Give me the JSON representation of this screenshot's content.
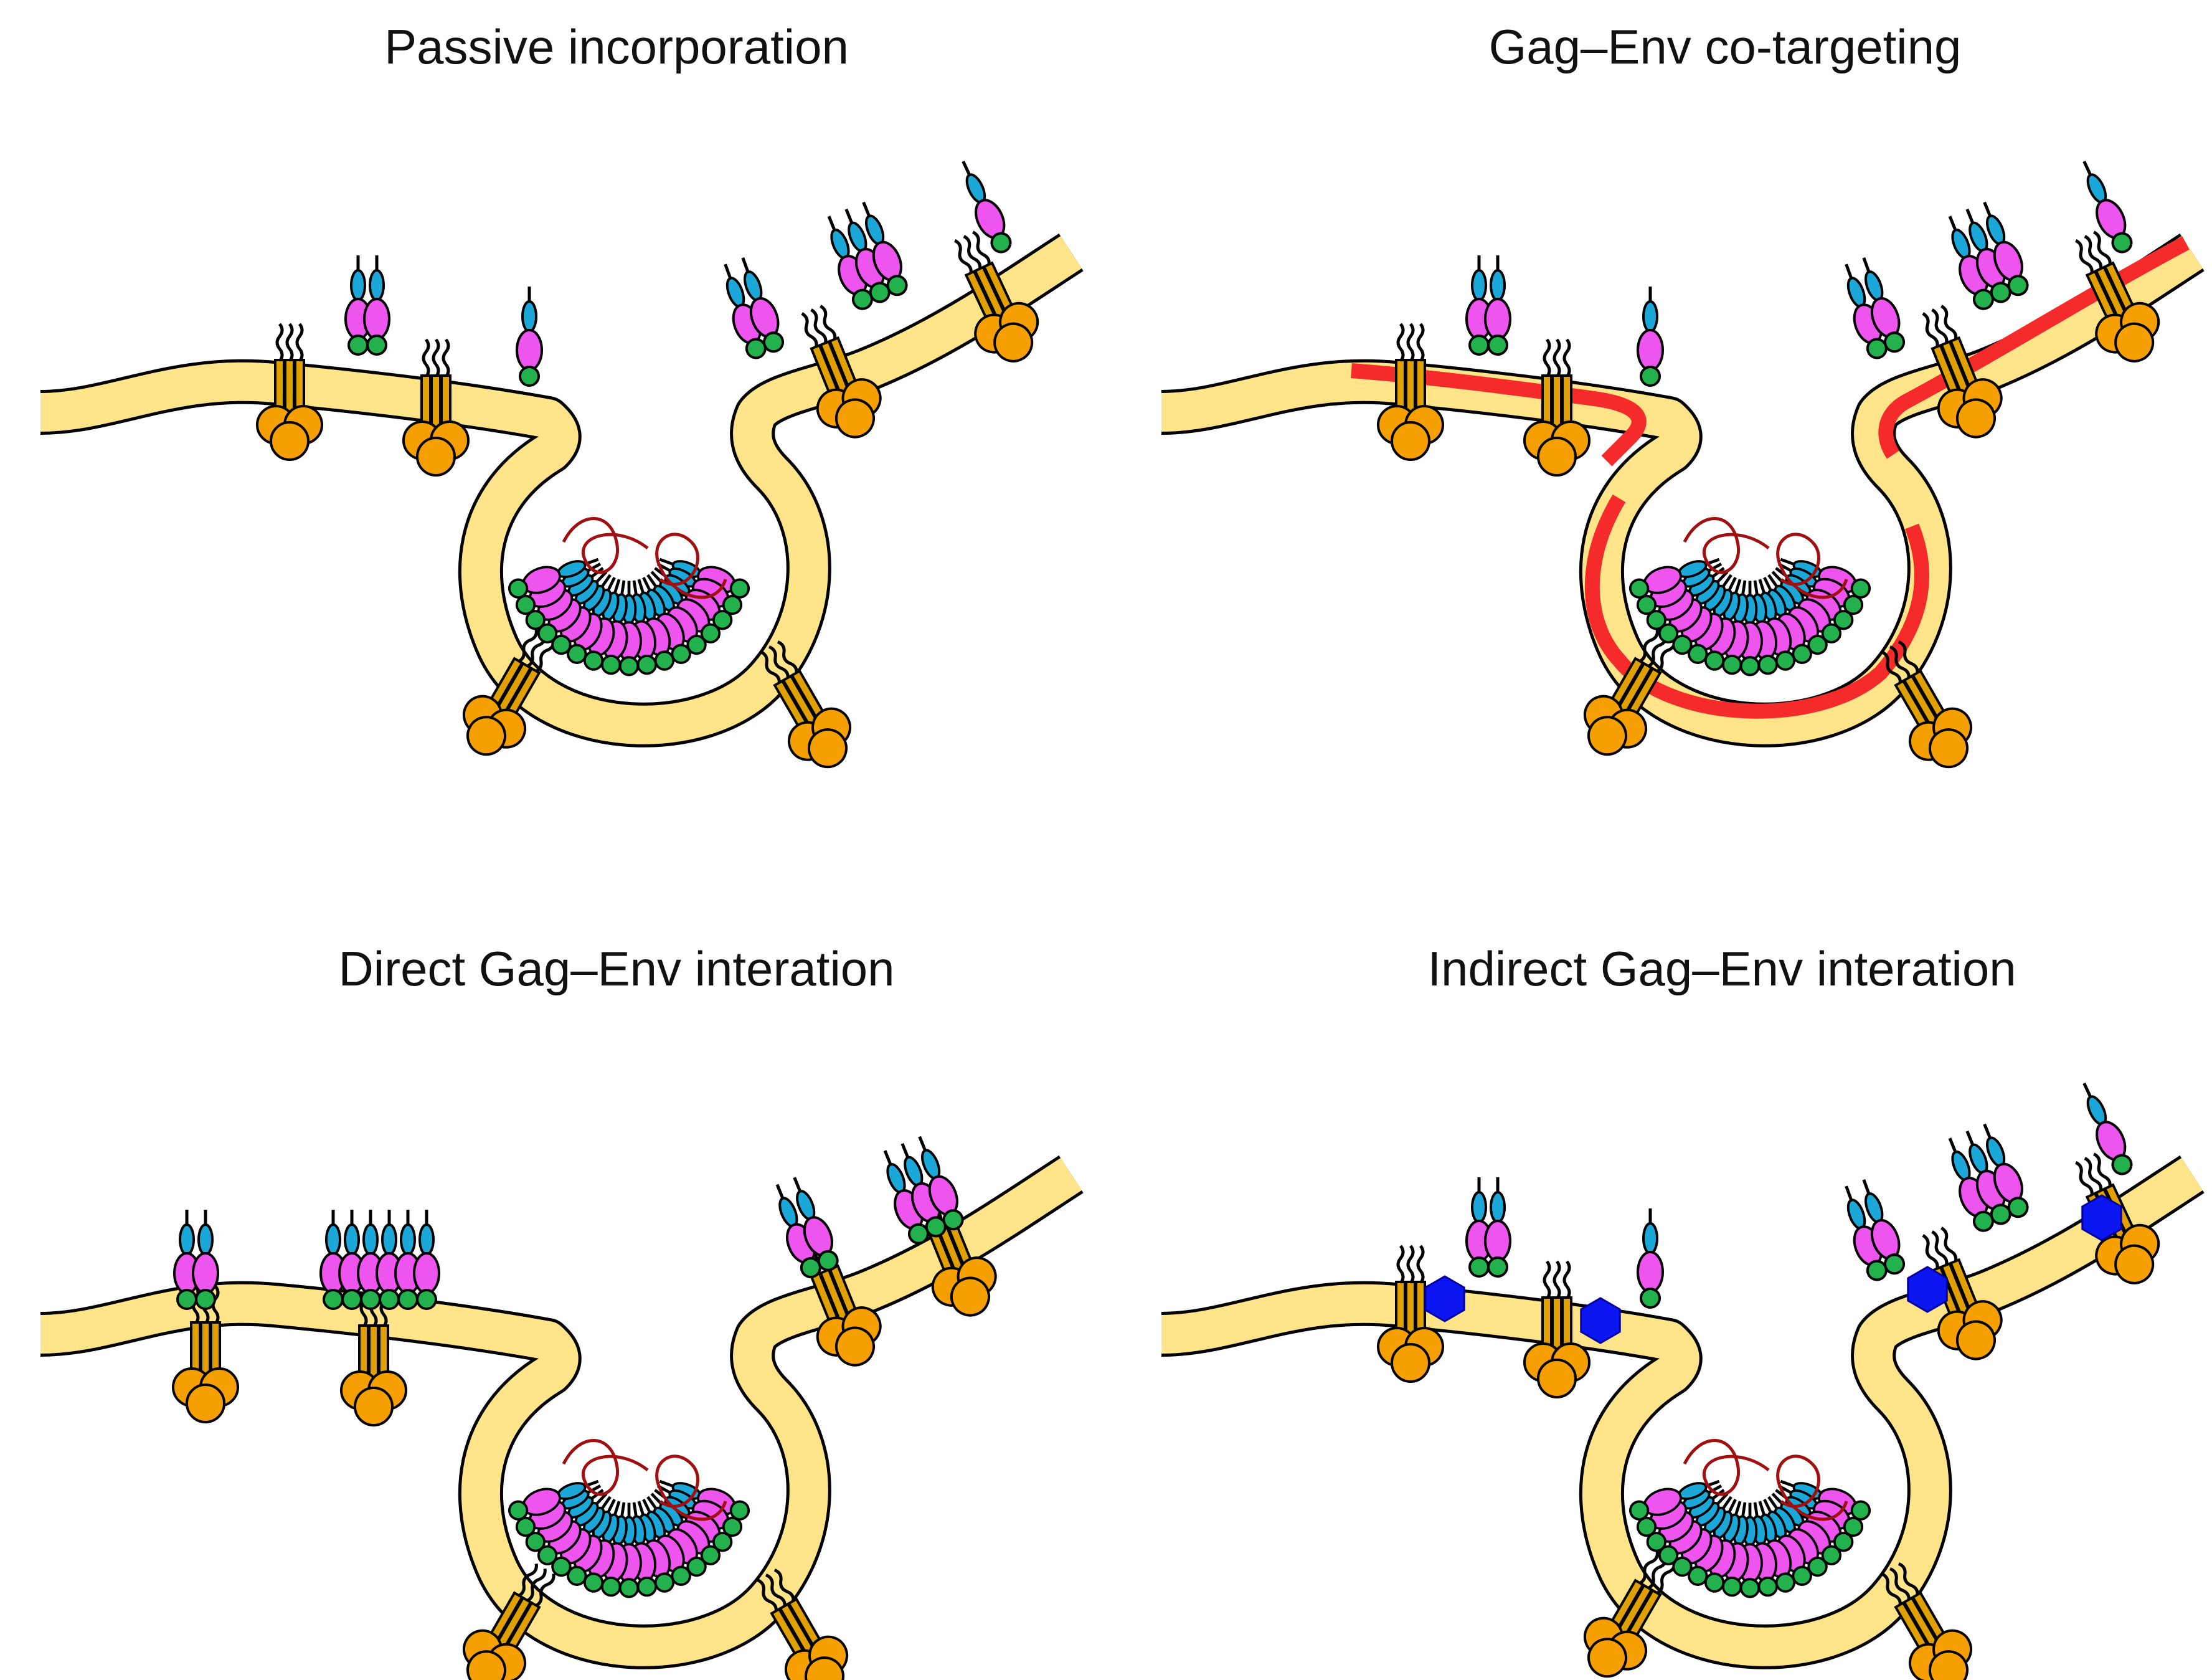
{
  "panels": [
    {
      "id": "passive",
      "title": "Passive incorporation",
      "variant": "passive"
    },
    {
      "id": "cotarget",
      "title": "Gag–Env co-targeting",
      "variant": "cotarget"
    },
    {
      "id": "direct",
      "title": "Direct Gag–Env interation",
      "variant": "direct"
    },
    {
      "id": "indirect",
      "title": "Indirect Gag–Env interation",
      "variant": "indirect"
    }
  ],
  "colors": {
    "membrane": "#FFE48A",
    "raft": "#F52A2A",
    "env_head": "#F5A000",
    "env_stem": "#E0A000",
    "gag_ma": "#22B14C",
    "gag_ca": "#EE55EE",
    "gag_nc": "#1BA8D8",
    "rna": "#A01010",
    "bridge": "#0B16F0",
    "outline": "#000000"
  }
}
